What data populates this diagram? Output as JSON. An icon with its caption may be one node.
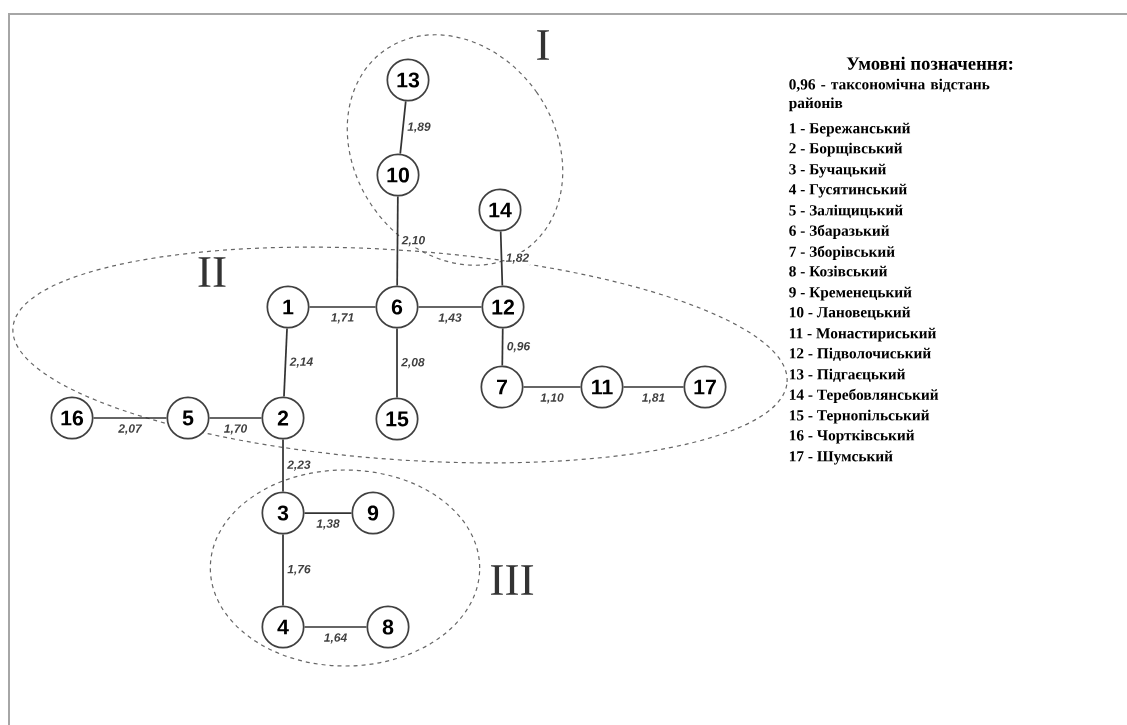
{
  "diagram": {
    "nodes": [
      {
        "text": [
          "I"
        ]
      },
      {
        "text": [
          "II"
        ]
      },
      {
        "text": [
          "III"
        ]
      },
      {
        "text": [
          "1"
        ],
        "in": 1
      },
      {
        "text": [
          "2"
        ],
        "in": 1
      },
      {
        "text": [
          "3"
        ],
        "in": 2
      },
      {
        "text": [
          "4"
        ],
        "in": 2
      },
      {
        "text": [
          "5"
        ],
        "in": 1
      },
      {
        "text": [
          "6"
        ],
        "in": 1
      },
      {
        "text": [
          "7"
        ],
        "in": 1
      },
      {
        "text": [
          "8"
        ],
        "in": 2
      },
      {
        "text": [
          "9"
        ],
        "in": 2
      },
      {
        "text": [
          "10"
        ],
        "in": 0
      },
      {
        "text": [
          "11"
        ],
        "in": 1
      },
      {
        "text": [
          "12"
        ],
        "in": 1
      },
      {
        "text": [
          "13"
        ],
        "in": 0
      },
      {
        "text": [
          "14"
        ],
        "in": 0
      },
      {
        "text": [
          "15"
        ],
        "in": 1
      },
      {
        "text": [
          "16"
        ],
        "in": 1
      },
      {
        "text": [
          "17"
        ],
        "in": 1
      }
    ],
    "edges": [
      {
        "from": 15,
        "to": 12,
        "arrow": "none",
        "label": "1,89"
      },
      {
        "from": 12,
        "to": 8,
        "arrow": "none",
        "label": "2,10"
      },
      {
        "from": 16,
        "to": 14,
        "arrow": "none",
        "label": "1,82"
      },
      {
        "from": 3,
        "to": 8,
        "arrow": "none",
        "label": "1,71"
      },
      {
        "from": 8,
        "to": 14,
        "arrow": "none",
        "label": "1,43"
      },
      {
        "from": 14,
        "to": 9,
        "arrow": "none",
        "label": "0,96"
      },
      {
        "from": 3,
        "to": 4,
        "arrow": "none",
        "label": "2,14"
      },
      {
        "from": 8,
        "to": 17,
        "arrow": "none",
        "label": "2,08"
      },
      {
        "from": 9,
        "to": 13,
        "arrow": "none",
        "label": "1,10"
      },
      {
        "from": 13,
        "to": 19,
        "arrow": "none",
        "label": "1,81"
      },
      {
        "from": 18,
        "to": 7,
        "arrow": "none",
        "label": "2,07"
      },
      {
        "from": 7,
        "to": 4,
        "arrow": "none",
        "label": "1,70"
      },
      {
        "from": 4,
        "to": 5,
        "arrow": "none",
        "label": "2,23"
      },
      {
        "from": 5,
        "to": 11,
        "arrow": "none",
        "label": "1,38"
      },
      {
        "from": 5,
        "to": 6,
        "arrow": "none",
        "label": "1,76"
      },
      {
        "from": 6,
        "to": 10,
        "arrow": "none",
        "label": "1,64"
      }
    ],
    "labels": [
      "Умовні позначення:",
      "0,96 - таксономічна відстань районів",
      "1 - Бережанський",
      "2 - Борщівський",
      "3 - Бучацький",
      "4 - Гусятинський",
      "5 - Заліщицький",
      "6 - Збаразький",
      "7 - Зборівський",
      "8 - Козівський",
      "9 - Кременецький",
      "10 - Лановецький",
      "11 - Монастириський",
      "12 - Підволочиський",
      "13 - Підгаєцький",
      "14 - Теребовлянський",
      "15 - Тернопільський",
      "16 - Чортківський",
      "17 - Шумський"
    ]
  }
}
